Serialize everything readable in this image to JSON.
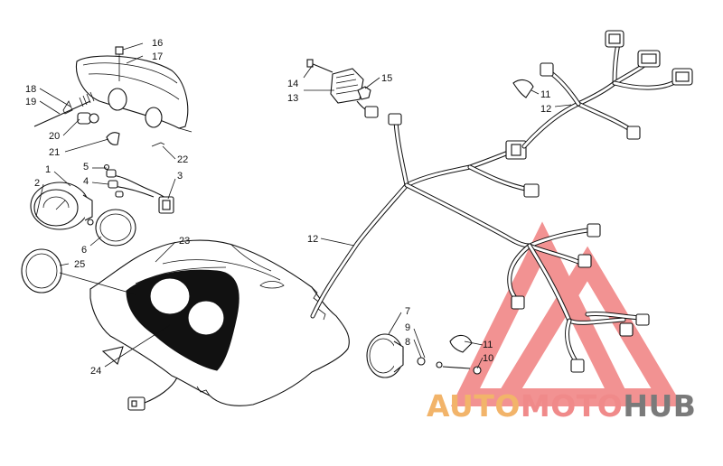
{
  "callouts": [
    {
      "id": "c1",
      "text": "1"
    },
    {
      "id": "c2",
      "text": "2"
    },
    {
      "id": "c3",
      "text": "3"
    },
    {
      "id": "c4",
      "text": "4"
    },
    {
      "id": "c5",
      "text": "5"
    },
    {
      "id": "c6",
      "text": "6"
    },
    {
      "id": "c7",
      "text": "7"
    },
    {
      "id": "c8",
      "text": "8"
    },
    {
      "id": "c9",
      "text": "9"
    },
    {
      "id": "c10",
      "text": "10"
    },
    {
      "id": "c11a",
      "text": "11"
    },
    {
      "id": "c11b",
      "text": "11"
    },
    {
      "id": "c12",
      "text": "12"
    },
    {
      "id": "c13",
      "text": "13"
    },
    {
      "id": "c14",
      "text": "14"
    },
    {
      "id": "c15",
      "text": "15"
    },
    {
      "id": "c16",
      "text": "16"
    },
    {
      "id": "c17",
      "text": "17"
    },
    {
      "id": "c18",
      "text": "18"
    },
    {
      "id": "c19",
      "text": "19"
    },
    {
      "id": "c20",
      "text": "20"
    },
    {
      "id": "c21",
      "text": "21"
    },
    {
      "id": "c22",
      "text": "22"
    },
    {
      "id": "c23",
      "text": "23"
    },
    {
      "id": "c24",
      "text": "24"
    },
    {
      "id": "c25",
      "text": "25"
    },
    {
      "id": "c26",
      "text": "26"
    }
  ],
  "watermark": {
    "part1": "AUTO",
    "part2": "MOTO",
    "part3": "HUB",
    "color1": "#f2b46a",
    "color2": "#f08a8a",
    "color3": "#7a7a7a",
    "triangle_color": "#f08080"
  }
}
